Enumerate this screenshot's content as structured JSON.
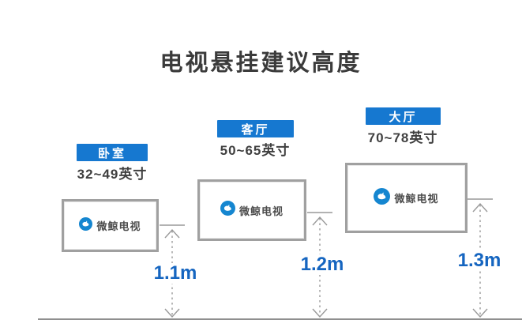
{
  "title": "电视悬挂建议高度",
  "brand": {
    "logo_icon": "whale-tv-logo",
    "logo_text": "微鲸电视"
  },
  "groups": [
    {
      "room": "卧室",
      "size_range": "32~49英寸",
      "height_label": "1.1m"
    },
    {
      "room": "客厅",
      "size_range": "50~65英寸",
      "height_label": "1.2m"
    },
    {
      "room": "大厅",
      "size_range": "70~78英寸",
      "height_label": "1.3m"
    }
  ],
  "colors": {
    "label_blue": "#1678d0",
    "measure_blue": "#1565c0",
    "logo_blue": "#1586d0",
    "tv_border_gray": "#a0a0a0",
    "arrow_gray": "#999999",
    "title_color": "#3b3b3b"
  }
}
